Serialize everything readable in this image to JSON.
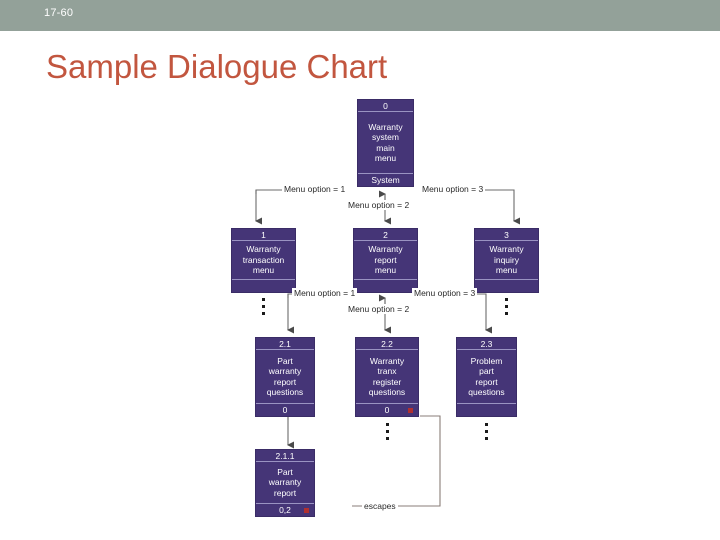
{
  "header": {
    "slide_number": "17-60",
    "bar_color": "#93a199"
  },
  "title": {
    "text": "Sample Dialogue Chart",
    "color": "#c2563f"
  },
  "diagram": {
    "node_fill": "#453577",
    "node_divider": "#9a93c2",
    "connector_color": "#6b6b6b",
    "marker_color": "#b03030",
    "nodes": [
      {
        "id": "0",
        "head": "0",
        "body": [
          "Warranty",
          "system",
          "main",
          "menu"
        ],
        "foot": "System",
        "has_marker": false
      },
      {
        "id": "1",
        "head": "1",
        "body": [
          "Warranty",
          "transaction",
          "menu"
        ],
        "foot": "",
        "has_marker": false
      },
      {
        "id": "2",
        "head": "2",
        "body": [
          "Warranty",
          "report",
          "menu"
        ],
        "foot": "",
        "has_marker": false
      },
      {
        "id": "3",
        "head": "3",
        "body": [
          "Warranty",
          "inquiry",
          "menu"
        ],
        "foot": "",
        "has_marker": false
      },
      {
        "id": "2.1",
        "head": "2.1",
        "body": [
          "Part",
          "warranty",
          "report",
          "questions"
        ],
        "foot": "0",
        "has_marker": false
      },
      {
        "id": "2.2",
        "head": "2.2",
        "body": [
          "Warranty",
          "tranx",
          "register",
          "questions"
        ],
        "foot": "0",
        "has_marker": true
      },
      {
        "id": "2.3",
        "head": "2.3",
        "body": [
          "Problem",
          "part",
          "report",
          "questions"
        ],
        "foot": "",
        "has_marker": false
      },
      {
        "id": "2.1.1",
        "head": "2.1.1",
        "body": [
          "Part",
          "warranty",
          "report"
        ],
        "foot": "0,2",
        "has_marker": true
      }
    ],
    "edge_labels": [
      {
        "text": "Menu option = 1"
      },
      {
        "text": "Menu option = 2"
      },
      {
        "text": "Menu option = 3"
      },
      {
        "text": "Menu option = 1"
      },
      {
        "text": "Menu option = 2"
      },
      {
        "text": "Menu option = 3"
      },
      {
        "text": "escapes"
      }
    ]
  }
}
